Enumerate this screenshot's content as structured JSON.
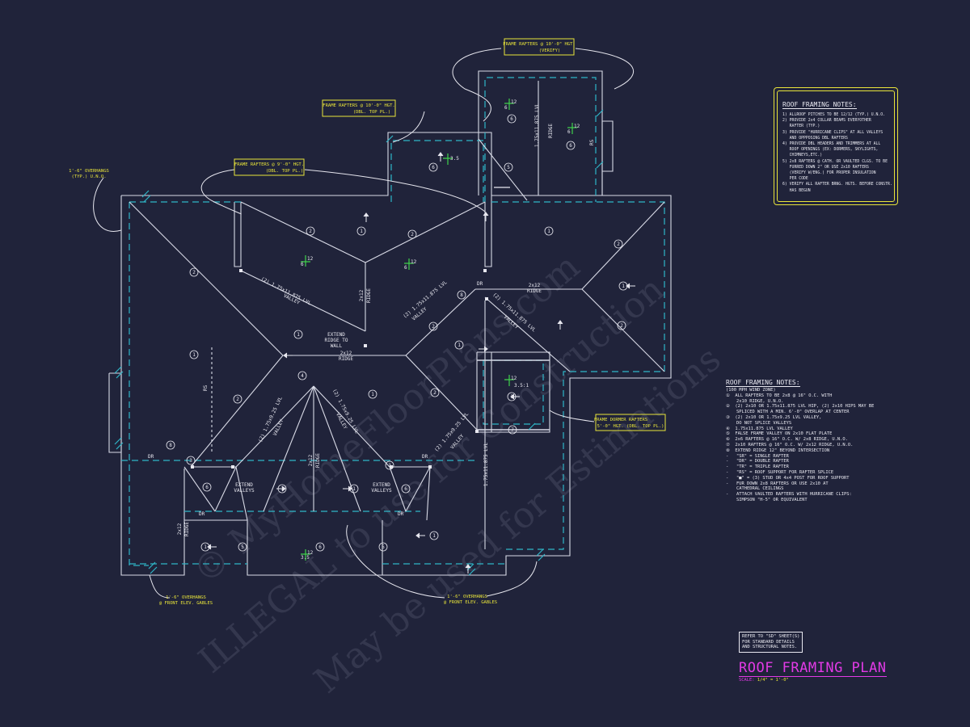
{
  "roof_notes_box": {
    "title": "ROOF FRAMING NOTES:",
    "lines": [
      "1) ALLROOF PITCHES TO BE 12/12 (TYP.) U.N.O.",
      "2) PROVIDE 2x4 COLLAR BEAMS EVERYOTHER",
      "   RAFTER (TYP.)",
      "3) PROVIDE \"HURRICANE CLIPS\" AT ALL VALLEYS",
      "   AND OPPPOSING DBL RAFTERS",
      "4) PROVIDE DBL HEADERS AND TRIMMERS AT ALL",
      "   ROOF OPENINGS (EX: DORMERS, SKYLIGHTS,",
      "   CHIMNEYS,ETC.)",
      "5) 2x8 RAFTERS @ CATH. OR VAULTED CLGS. TO BE",
      "   FURRED DOWN 2\" OR USE 2x10 RAFTERS",
      "   (VERIFY W/ENG.) FOR PROPER INSULATION",
      "   PER CODE",
      "6) VERIFY ALL RAFTER BRNG. HGTS. BEFORE CONSTR.",
      "   HAS BEGUN"
    ]
  },
  "roof_notes_list": {
    "title": "ROOF FRAMING NOTES:",
    "lines": [
      "(100 MPH WIND ZONE)",
      "①  ALL RAFTERS TO BE 2x8 @ 16\" O.C. WITH",
      "    2x10 RIDGE, U.N.O.",
      "②  (2) 2x10 OR 1.75x11.875 LVL HIP, (2) 2x10 HIPS MAY BE",
      "    SPLICED WITH A MIN. 6'-0\" OVERLAP AT CENTER",
      "③  (2) 2x10 OR 1.75x9.25 LVL VALLEY,",
      "    DO NOT SPLICE VALLEYS",
      "④  1.75x11.875 LVL VALLEY",
      "⑤  FALSE FRAME VALLEY ON 2x10 FLAT PLATE",
      "⑥  2x6 RAFTERS @ 16\" O.C. W/ 2x8 RIDGE, U.N.O.",
      "⑦  2x10 RAFTERS @ 16\" O.C. W/ 2x12 RIDGE, U.N.O.",
      "⑧  EXTEND RIDGE 12\" BEYOND INTERSECTION",
      "-   \"SR\" = SINGLE RAFTER",
      "-   \"DR\" = DOUBLE RAFTER",
      "-   \"TR\" = TRIPLE RAFTER",
      "-   \"RS\" = ROOF SUPPORT FOR RAFTER SPLICE",
      "-   \"■\" = (3) STUD OR 4x4 POST FOR ROOF SUPPORT",
      "-   FUR DOWN 2x8 RAFTERS OR USE 2x10 AT",
      "    CATHEDRAL CEILINGS",
      "-   ATTACH VAULTED RAFTERS WITH HURRICANE CLIPS:",
      "    SIMPSON \"H-5\" OR EQUIVALENT"
    ]
  },
  "refer_note": "REFER TO \"SD\" SHEET(S)\nFOR STANDARD DETAILS\nAND STRUCTURAL NOTES.",
  "plan_title": "ROOF FRAMING PLAN",
  "scale_label": "SCALE:",
  "scale_value": "1/4\" = 1'-0\"",
  "callouts": {
    "top": [
      "FRAME RAFTERS @ 10'-0\" HGT.",
      "(VERIFY)"
    ],
    "upper_left": [
      "FRAME RAFTERS @ 10'-0\" HGT.",
      "(DBL. TOP PL.)"
    ],
    "left": [
      "FRAME RAFTERS @ 9'-0\" HGT.",
      "(DBL. TOP PL.)"
    ],
    "dormer": [
      "FRAME DORMER RAFTERS",
      "5'-0\" HGT. (DBL. TOP PL.)"
    ],
    "overhang_tl": [
      "1'-6\" OVERHANGS",
      "(TYP.) U.N.O."
    ],
    "overhang_bl": [
      "1'-6\" OVERHANGS",
      "@ FRONT ELEV. GABLES"
    ],
    "overhang_bc": [
      "1'-6\" OVERHANGS",
      "@ FRONT ELEV. GABLES"
    ]
  },
  "plan_labels": {
    "valley_a": [
      "(2) 1.75x11.875 LVL",
      "VALLEY"
    ],
    "valley_b": [
      "(2) 1.75x11.875 LVL",
      "VALLEY"
    ],
    "valley_c": [
      "(2) 1.75x11.875 LVL",
      "VALLEY"
    ],
    "valley_d": [
      "(2) 1.75x9.25 LVL",
      "VALLEY"
    ],
    "valley_e": [
      "(2) 1.75x9.25 LVL",
      "VALLEY"
    ],
    "valley_f": [
      "(2) 1.75x9.25 LVL",
      "VALLEY"
    ],
    "ridge_top": [
      "1.75x11.875 LVL",
      "RIDGE"
    ],
    "ridge_right": "1.75x11.875 LVL",
    "ridge_center_v": [
      "2x12",
      "RIDGE"
    ],
    "ridge_center_h": [
      "2x12",
      "RIDGE"
    ],
    "ridge_right_h": [
      "2x12",
      "RIDGE"
    ],
    "ridge_lower": [
      "2x12",
      "RIDGE"
    ],
    "ridge_bl": [
      "2x12",
      "RIDGE"
    ],
    "extend_ridge": [
      "EXTEND",
      "RIDGE TO",
      "WALL"
    ],
    "extend_valleys_l": [
      "EXTEND",
      "VALLEYS"
    ],
    "extend_valleys_r": [
      "EXTEND",
      "VALLEYS"
    ],
    "dr": "DR",
    "pitch": "12",
    "pitch_run": "6",
    "pitch_alt": "3.5",
    "pitch_flat": "3.5:1",
    "rs": "RS"
  },
  "watermark": [
    "© MyHomeFloorPlans.com",
    "ILLEGAL to use for Construction",
    "May be used for Estimations"
  ]
}
